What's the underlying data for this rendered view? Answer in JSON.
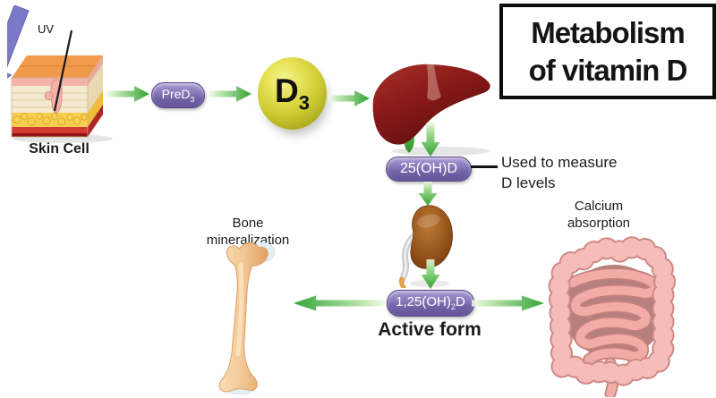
{
  "title": {
    "line1": "Metabolism",
    "line2": "of vitamin D"
  },
  "skin": {
    "uv_label": "UV",
    "label": "Skin Cell"
  },
  "nodes": {
    "pred3": {
      "base": "PreD",
      "sub": "3"
    },
    "d3": {
      "base": "D",
      "sub": "3"
    },
    "oh25d": {
      "label": "25(OH)D"
    },
    "oh125d": {
      "pre": "1,25(OH)",
      "sub": "2",
      "post": "D"
    }
  },
  "labels": {
    "measure_line1": "Used to measure",
    "measure_line2": "D levels",
    "active_form": "Active form",
    "bone_line1": "Bone",
    "bone_line2": "mineralization",
    "calcium_line1": "Calcium",
    "calcium_line2": "absorption"
  },
  "colors": {
    "arrow_green": "#33A435",
    "badge_purple": "#7A68AE",
    "d3_sphere_yellow": "#D8D535",
    "liver_red": "#7E1517",
    "kidney_brown": "#8C4D16",
    "bone_tan": "#EFBE8C",
    "intestine_pink": "#F2AFAD",
    "uv_beam_purple": "#7B79C8",
    "text_black": "#1C1C1C"
  }
}
